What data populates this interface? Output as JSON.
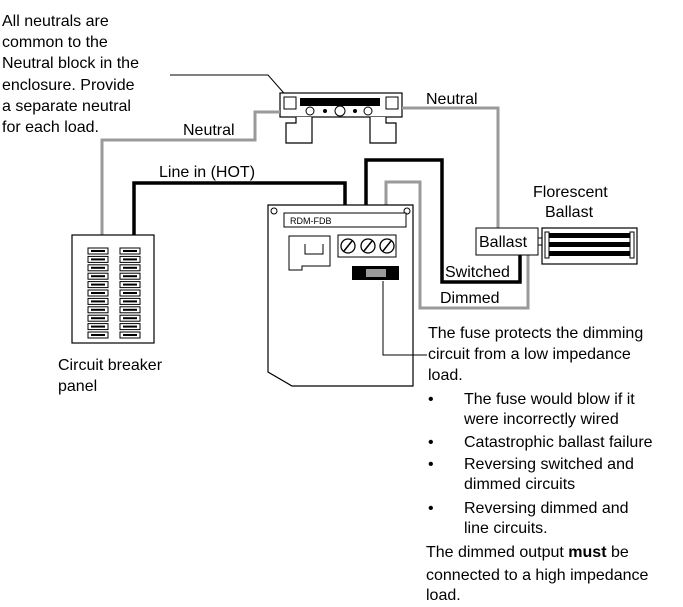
{
  "notes": {
    "neutrals": [
      "All neutrals are",
      "common to the",
      "Neutral block in the",
      "enclosure. Provide",
      "a separate neutral",
      "for each load."
    ]
  },
  "labels": {
    "neutral_left": "Neutral",
    "neutral_right": "Neutral",
    "line_in": "Line in (HOT)",
    "florescent": "Florescent",
    "ballast_title": "Ballast",
    "ballast_box": "Ballast",
    "switched": "Switched",
    "dimmed": "Dimmed",
    "module_id": "RDM-FDB",
    "breaker_line1": "Circuit breaker",
    "breaker_line2": "panel"
  },
  "fuse_note": {
    "lines": [
      "The fuse protects the dimming",
      "circuit from a low impedance",
      "load."
    ],
    "bullet_char": "•",
    "bullets": [
      [
        "The fuse would blow if it",
        "were incorrectly wired"
      ],
      [
        "Catastrophic ballast failure"
      ],
      [
        "Reversing switched and",
        "dimmed circuits"
      ],
      [
        "Reversing dimmed and",
        "line circuits."
      ]
    ],
    "warning_pre": "The dimmed output ",
    "warning_bold": "must",
    "warning_post": " be",
    "warning_lines": [
      "connected to a high impedance",
      "load."
    ]
  }
}
